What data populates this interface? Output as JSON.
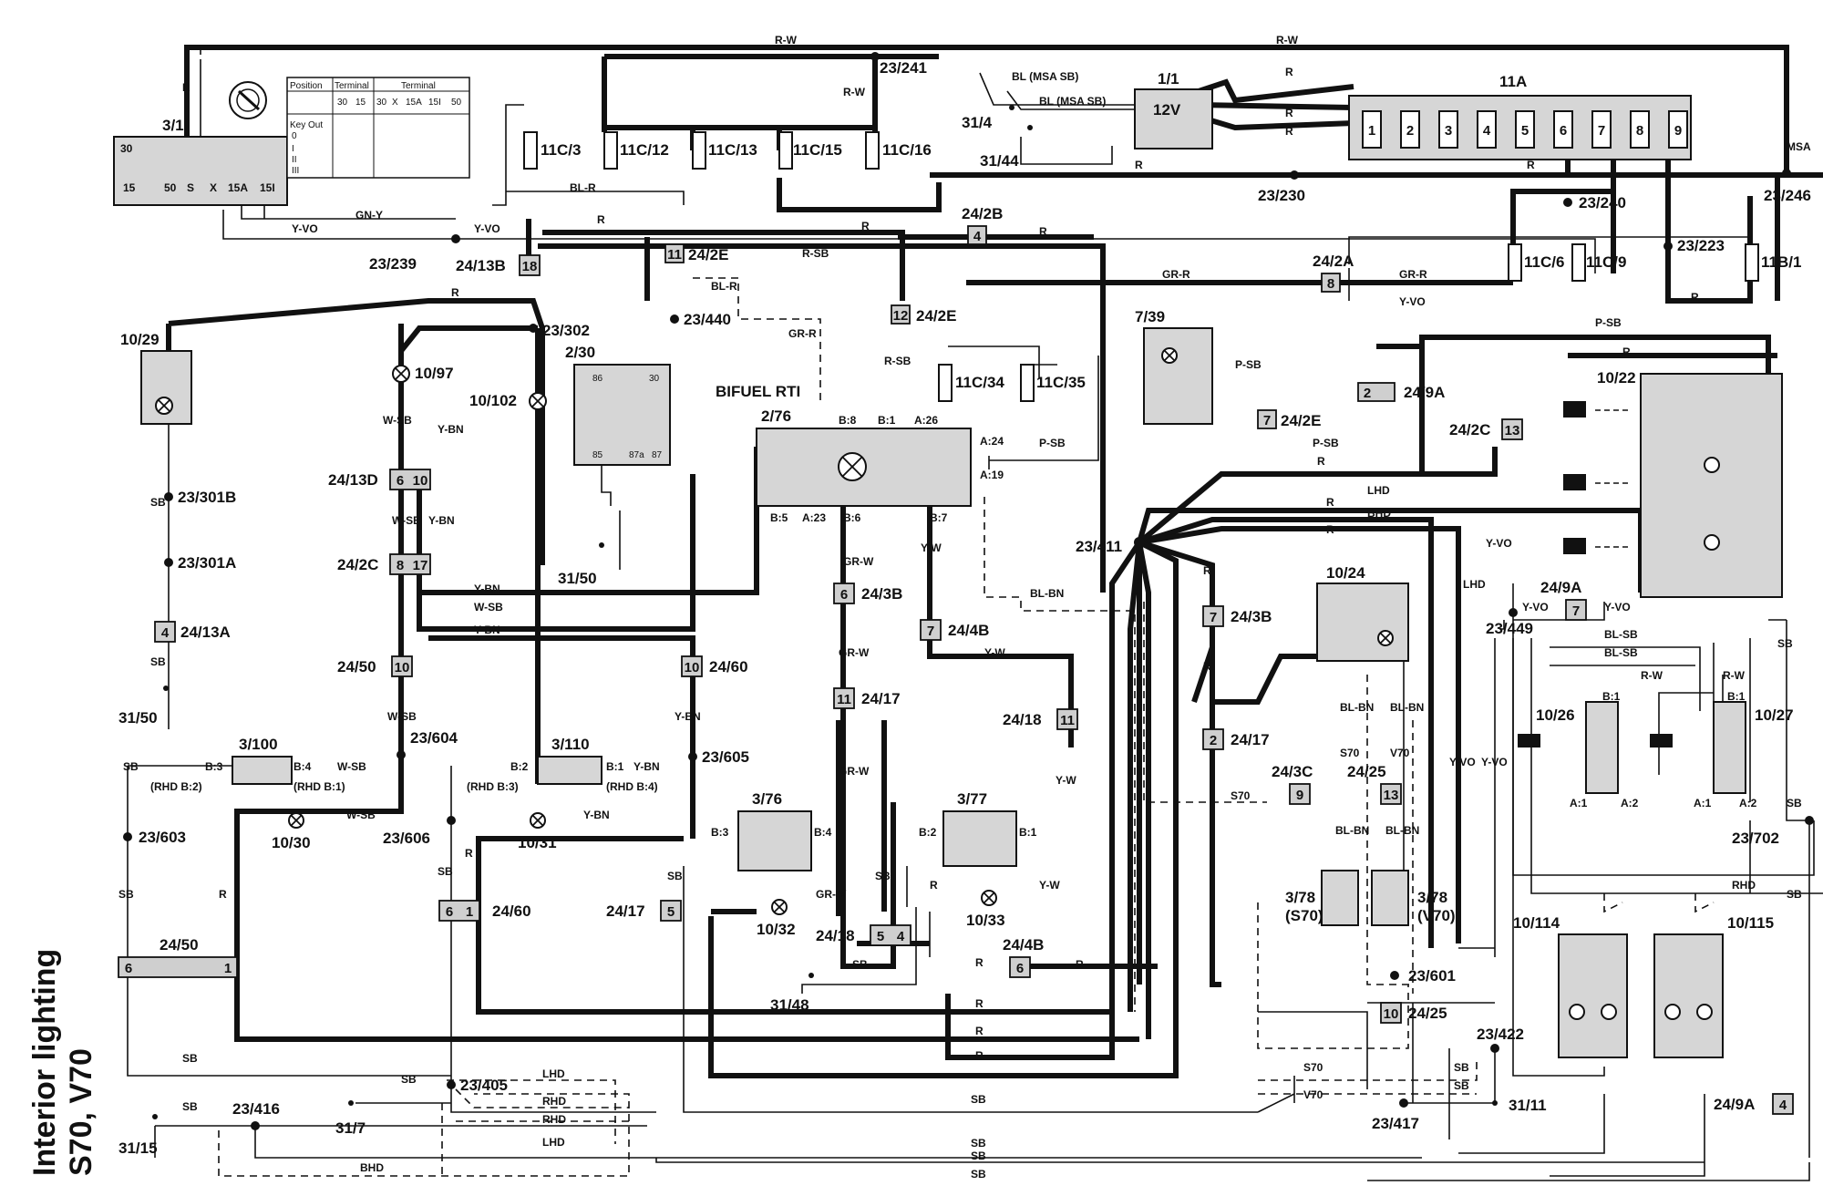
{
  "title": {
    "line1": "Interior lighting",
    "line2": "S70, V70"
  },
  "components": {
    "ignition": "3/1",
    "battery": "1/1",
    "battery_voltage": "12V",
    "fusebox": "11A",
    "fusebox_pins": [
      "1",
      "2",
      "3",
      "4",
      "5",
      "6",
      "7",
      "8",
      "9"
    ],
    "fuse_11c3": "11C/3",
    "fuse_11c12": "11C/12",
    "fuse_11c13": "11C/13",
    "fuse_11c15": "11C/15",
    "fuse_11c16": "11C/16",
    "fuse_11c34": "11C/34",
    "fuse_11c35": "11C/35",
    "fuse_11c6": "11C/6",
    "fuse_11c9": "11C/9",
    "fuse_11b1": "11B/1",
    "lamp_10_29": "10/29",
    "lamp_10_97": "10/97",
    "lamp_10_102": "10/102",
    "relay_2_30": "2/30",
    "module_2_76": "2/76",
    "module_2_76_label": "BIFUEL RTI",
    "comp_7_39": "7/39",
    "comp_10_22": "10/22",
    "comp_10_24": "10/24",
    "switch_3_100": "3/100",
    "switch_3_110": "3/110",
    "switch_3_76": "3/76",
    "switch_3_77": "3/77",
    "lamp_10_30": "10/30",
    "lamp_10_31": "10/31",
    "lamp_10_32": "10/32",
    "lamp_10_33": "10/33",
    "lamp_10_26": "10/26",
    "lamp_10_27": "10/27",
    "lamp_10_114": "10/114",
    "lamp_10_115": "10/115",
    "switch_3_78_s70": "3/78",
    "switch_3_78_s70_sub": "(S70)",
    "switch_3_78_v70": "3/78",
    "switch_3_78_v70_sub": "(V70)"
  },
  "ignition_table": {
    "headers": [
      "Position",
      "Terminal",
      "Terminal"
    ],
    "rows": [
      "Key Out",
      "0",
      "I",
      "II",
      "III"
    ],
    "cols": [
      "30",
      "15",
      "30",
      "X",
      "15A",
      "15I",
      "50"
    ]
  },
  "ignition_pins": [
    "30",
    "15",
    "50",
    "S",
    "X",
    "15A",
    "15I"
  ],
  "connectors": {
    "c24_2B": "24/2B",
    "c24_2B_n": "4",
    "c24_2E_a": "24/2E",
    "c24_2E_a_n": "11",
    "c24_2E_b": "24/2E",
    "c24_2E_b_n": "12",
    "c24_2E_c": "24/2E",
    "c24_2E_c_n": "7",
    "c24_2A": "24/2A",
    "c24_2A_n": "8",
    "c24_9A": "24/9A",
    "c24_9A_n": "2",
    "c24_9A_b": "24/9A",
    "c24_9A_b_n": "7",
    "c24_9A_c": "24/9A",
    "c24_9A_c_n": "4",
    "c24_2C_a": "24/2C",
    "c24_2C_a_n": "13",
    "c24_13B": "24/13B",
    "c24_13B_n": "18",
    "c24_13D": "24/13D",
    "c24_13D_n1": "6",
    "c24_13D_n2": "10",
    "c24_2C": "24/2C",
    "c24_2C_n1": "8",
    "c24_2C_n2": "17",
    "c24_13A": "24/13A",
    "c24_13A_n": "4",
    "c24_50_a": "24/50",
    "c24_50_a_n": "10",
    "c24_60_a": "24/60",
    "c24_60_a_n": "10",
    "c24_3B_a": "24/3B",
    "c24_3B_a_n": "6",
    "c24_4B_a": "24/4B",
    "c24_4B_a_n": "7",
    "c24_17_a": "24/17",
    "c24_17_a_n": "11",
    "c24_18_a": "24/18",
    "c24_18_a_n": "11",
    "c24_3B_b": "24/3B",
    "c24_3B_b_n": "7",
    "c24_17_b": "24/17",
    "c24_17_b_n": "2",
    "c24_3C": "24/3C",
    "c24_3C_n": "9",
    "c24_25_a": "24/25",
    "c24_25_a_n": "13",
    "c24_50_b": "24/50",
    "c24_50_b_n1": "6",
    "c24_50_b_n2": "1",
    "c24_60_b": "24/60",
    "c24_60_b_n1": "6",
    "c24_60_b_n2": "1",
    "c24_17_c": "24/17",
    "c24_17_c_n": "5",
    "c24_18_b": "24/18",
    "c24_18_b_n1": "5",
    "c24_18_b_n2": "4",
    "c24_4B_b": "24/4B",
    "c24_4B_b_n": "6",
    "c24_25_b": "24/25",
    "c24_25_b_n": "10"
  },
  "splices": {
    "s23_241": "23/241",
    "s23_230": "23/230",
    "s23_240": "23/240",
    "s23_246": "23/246",
    "s23_223": "23/223",
    "s23_239": "23/239",
    "s23_302": "23/302",
    "s23_440": "23/440",
    "s23_301B": "23/301B",
    "s23_301A": "23/301A",
    "s23_604": "23/604",
    "s23_605": "23/605",
    "s23_603": "23/603",
    "s23_606": "23/606",
    "s23_411": "23/411",
    "s23_449": "23/449",
    "s23_702": "23/702",
    "s23_601": "23/601",
    "s23_422": "23/422",
    "s23_405": "23/405",
    "s23_416": "23/416",
    "s23_417": "23/417"
  },
  "grounds": {
    "g31_4": "31/4",
    "g31_44": "31/44",
    "g31_50a": "31/50",
    "g31_50b": "31/50",
    "g31_48": "31/48",
    "g31_7": "31/7",
    "g31_15": "31/15",
    "g31_11": "31/11"
  },
  "wire_colors": {
    "r": "R",
    "rw": "R-W",
    "gny": "GN-Y",
    "yvo": "Y-VO",
    "blr": "BL-R",
    "bl_msa": "BL (MSA SB)",
    "msa": "MSA",
    "rsb": "R-SB",
    "grr": "GR-R",
    "psb": "P-SB",
    "wsb": "W-SB",
    "ybn": "Y-BN",
    "sb": "SB",
    "grw": "GR-W",
    "yw": "Y-W",
    "blbn": "BL-BN",
    "blsb": "BL-SB",
    "lhd": "LHD",
    "rhd": "RHD",
    "bhd": "BHD",
    "s70": "S70",
    "v70": "V70"
  },
  "pins": {
    "a24": "A:24",
    "a19": "A:19",
    "a26": "A:26",
    "a23": "A:23",
    "b8": "B:8",
    "b1": "B:1",
    "b5": "B:5",
    "b6": "B:6",
    "b7": "B:7",
    "b3": "B:3",
    "b4": "B:4",
    "b2": "B:2",
    "a1": "A:1",
    "a2": "A:2",
    "rhd_b2": "(RHD B:2)",
    "rhd_b1": "(RHD B:1)",
    "rhd_b3": "(RHD B:3)",
    "rhd_b4": "(RHD B:4)",
    "relay_86": "86",
    "relay_85": "85",
    "relay_30": "30",
    "relay_87a": "87a",
    "relay_87": "87"
  }
}
